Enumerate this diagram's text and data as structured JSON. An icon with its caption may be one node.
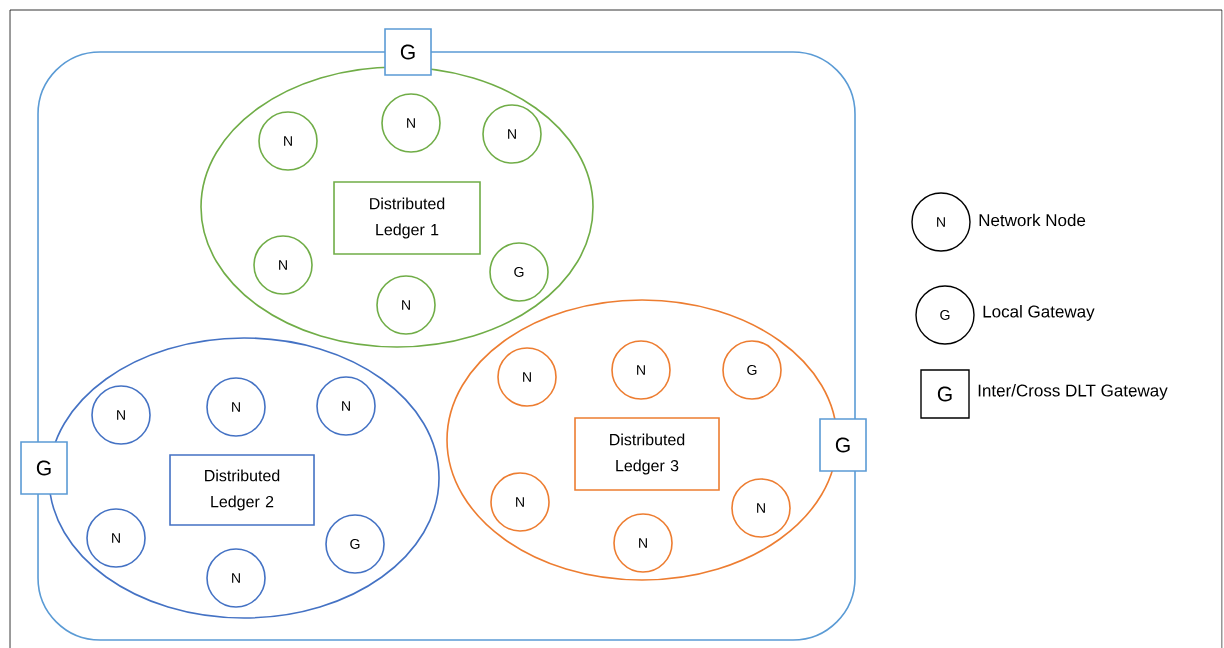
{
  "diagram": {
    "nodes": [
      {
        "text": [],
        "shape": "box"
      },
      {
        "text": [
          "G"
        ]
      },
      {
        "text": [],
        "shape": "ellipse",
        "in": 0
      },
      {
        "text": [
          "N"
        ],
        "in": 2
      },
      {
        "text": [
          "N"
        ],
        "in": 2
      },
      {
        "text": [
          "N"
        ],
        "in": 2
      },
      {
        "text": [
          "Distributed Ledger 1"
        ],
        "in": 2
      },
      {
        "text": [
          "N"
        ],
        "in": 2
      },
      {
        "text": [
          "G"
        ],
        "in": 2
      },
      {
        "text": [
          "N"
        ],
        "in": 2
      },
      {
        "text": [],
        "shape": "ellipse",
        "in": 0
      },
      {
        "text": [
          "N"
        ],
        "in": 10
      },
      {
        "text": [
          "N"
        ],
        "in": 10
      },
      {
        "text": [
          "N"
        ],
        "in": 10
      },
      {
        "text": [
          "Distributed Ledger 2"
        ],
        "in": 10
      },
      {
        "text": [
          "N"
        ],
        "in": 10
      },
      {
        "text": [
          "G"
        ],
        "in": 10
      },
      {
        "text": [
          "N"
        ],
        "in": 10
      },
      {
        "text": [],
        "shape": "ellipse",
        "in": 0
      },
      {
        "text": [
          "N"
        ],
        "in": 18
      },
      {
        "text": [
          "G"
        ],
        "in": 18
      },
      {
        "text": [
          "N"
        ],
        "in": 18
      },
      {
        "text": [
          "Distributed Ledger 3"
        ],
        "in": 18
      },
      {
        "text": [
          "N"
        ],
        "in": 18
      },
      {
        "text": [
          "N"
        ],
        "in": 18
      },
      {
        "text": [
          "N"
        ],
        "in": 18
      },
      {
        "text": [
          "G"
        ]
      },
      {
        "text": [
          "G"
        ]
      }
    ],
    "labels": [
      "N",
      "G",
      "G"
    ],
    "legend": [
      {
        "text": "Network Node"
      },
      {
        "text": "Local Gateway"
      },
      {
        "text": "Inter/Cross DLT Gateway"
      }
    ]
  }
}
